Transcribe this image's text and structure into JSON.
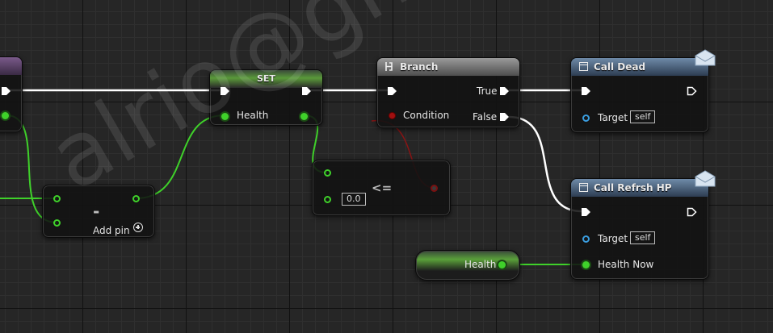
{
  "nodes": {
    "set": {
      "title": "SET",
      "input_label": "Health"
    },
    "subtract": {
      "op": "-",
      "add_pin": "Add pin",
      "add_pin_icon": "plus-circle-icon"
    },
    "less_equal": {
      "op": "<=",
      "value": "0.0"
    },
    "branch": {
      "title": "Branch",
      "condition": "Condition",
      "true_label": "True",
      "false_label": "False",
      "icon": "branch-icon"
    },
    "call_dead": {
      "title": "Call Dead",
      "target_label": "Target",
      "target_value": "self",
      "icon": "function-icon",
      "badge_icon": "envelope-icon"
    },
    "call_refresh": {
      "title": "Call Refrsh HP",
      "target_label": "Target",
      "target_value": "self",
      "health_label": "Health Now",
      "icon": "function-icon",
      "badge_icon": "envelope-icon"
    },
    "health_get": {
      "label": "Health"
    }
  },
  "colors": {
    "exec_wire": "#ffffff",
    "float_wire": "#3fd12a",
    "object_pin": "#3a9ee0",
    "bool_pin": "#a01010"
  },
  "watermark": "alrio@gmail"
}
